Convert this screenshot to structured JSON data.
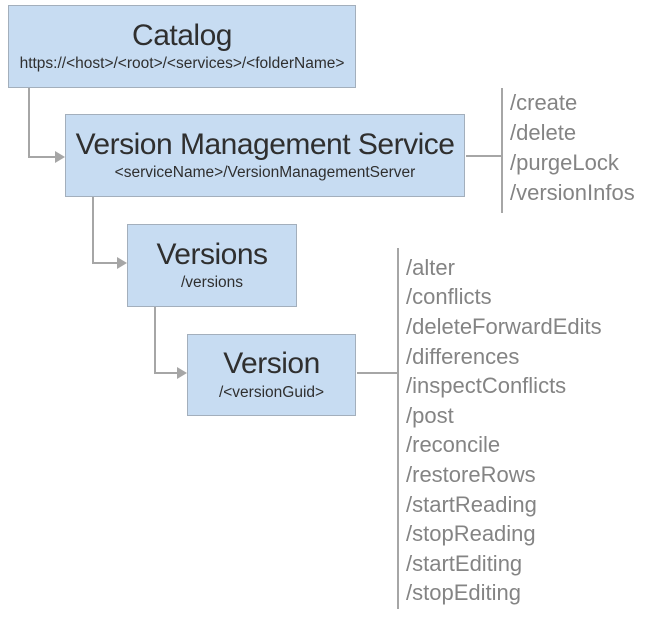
{
  "nodes": {
    "catalog": {
      "title": "Catalog",
      "subtitle": "https://<host>/<root>/<services>/<folderName>"
    },
    "service": {
      "title": "Version Management Service",
      "subtitle": "<serviceName>/VersionManagementServer",
      "operations": [
        "/create",
        "/delete",
        "/purgeLock",
        "/versionInfos"
      ]
    },
    "versions": {
      "title": "Versions",
      "subtitle": "/versions"
    },
    "version": {
      "title": "Version",
      "subtitle": "/<versionGuid>",
      "operations": [
        "/alter",
        "/conflicts",
        "/deleteForwardEdits",
        "/differences",
        "/inspectConflicts",
        "/post",
        "/reconcile",
        "/restoreRows",
        "/startReading",
        "/stopReading",
        "/startEditing",
        "/stopEditing"
      ]
    }
  },
  "colors": {
    "box_fill": "#c7dcf2",
    "box_border": "#a3afbc",
    "connector": "#a6a6a6",
    "title_text": "#2f2f2f",
    "op_text": "#848484",
    "bg": "#ffffff"
  }
}
